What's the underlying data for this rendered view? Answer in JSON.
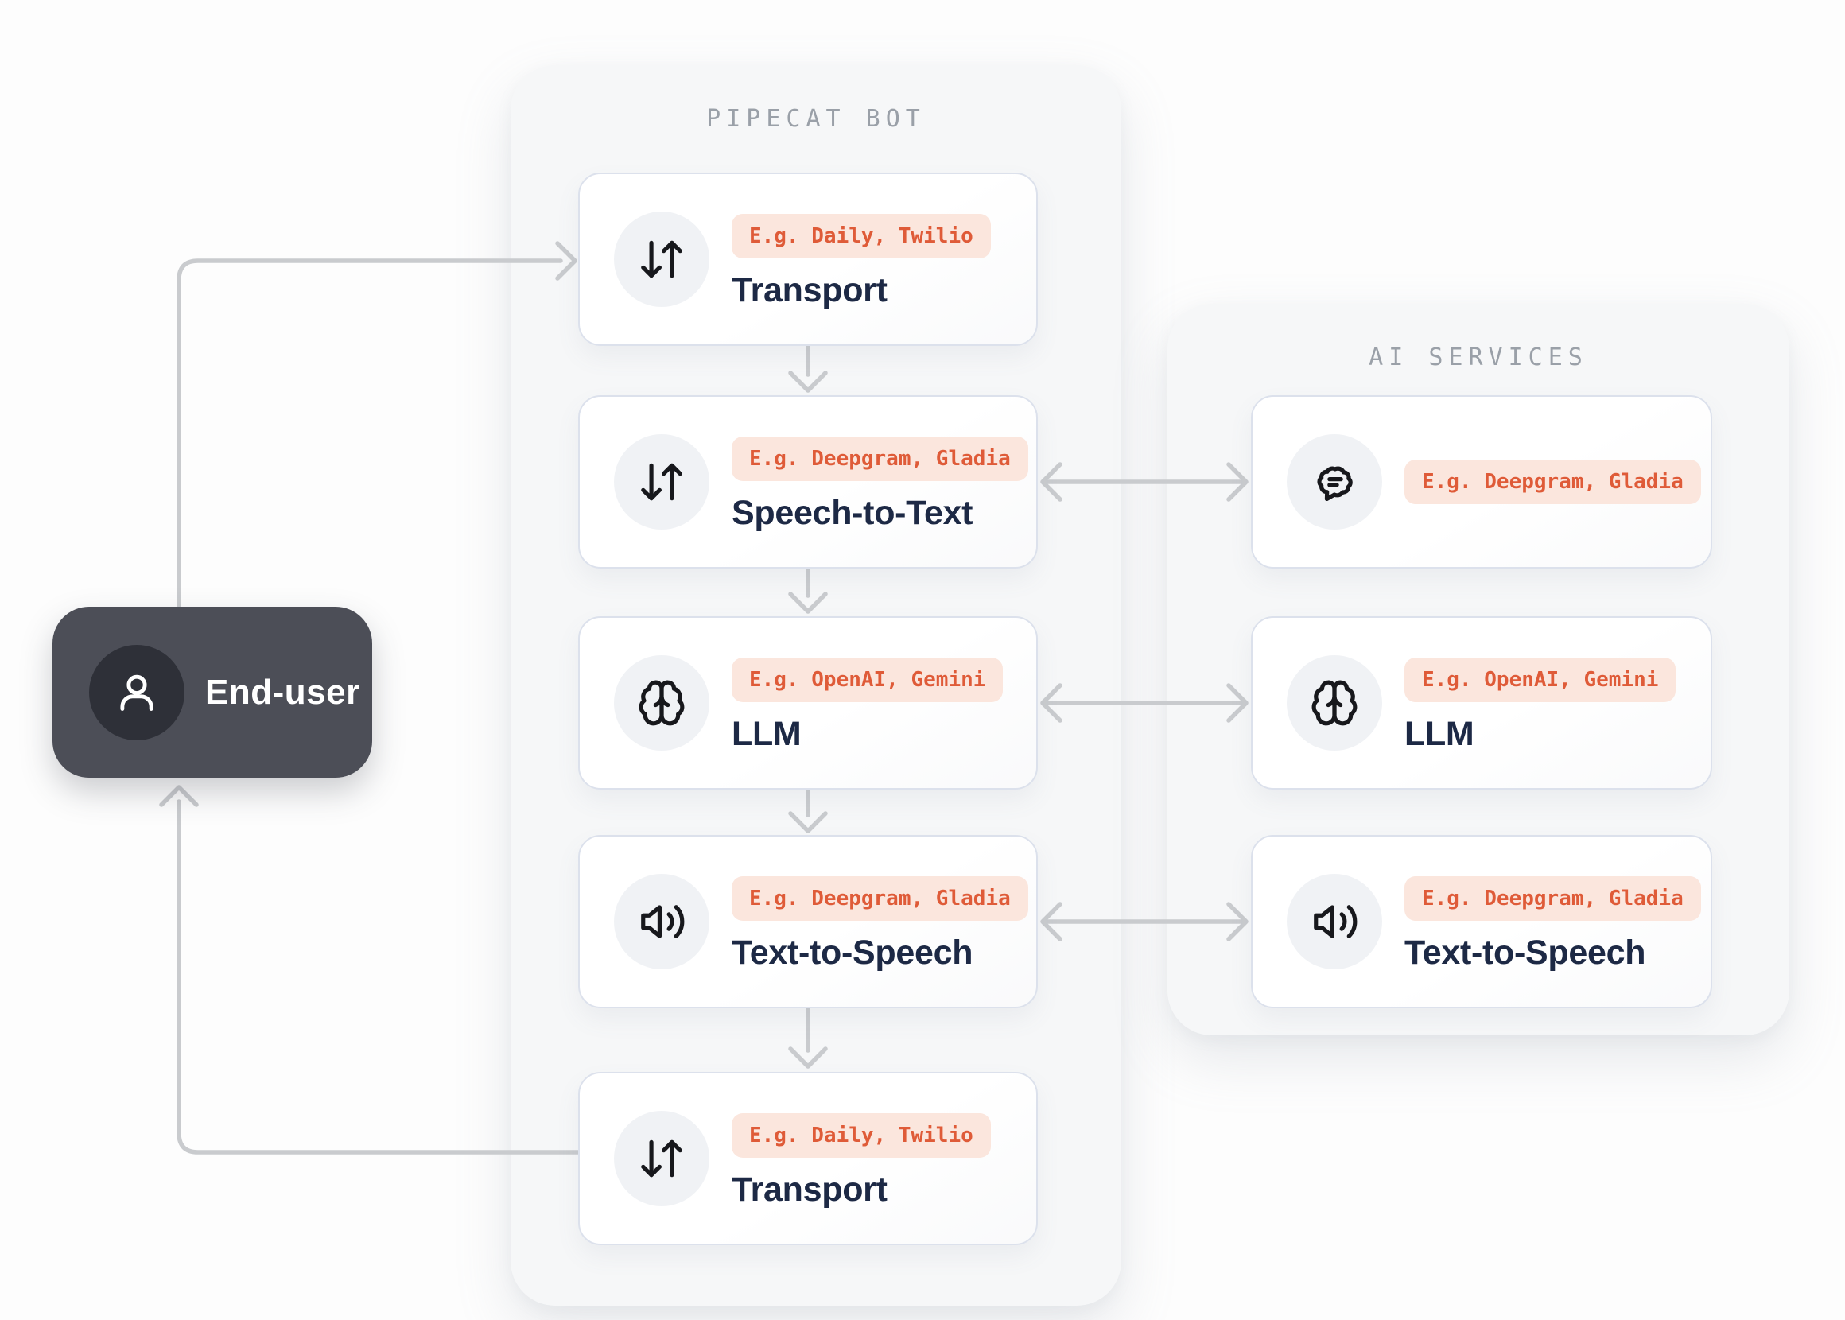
{
  "end_user": {
    "label": "End-user",
    "icon": "user-icon"
  },
  "pipecat": {
    "title": "PIPECAT BOT",
    "cards": [
      {
        "id": "transport-in",
        "icon": "arrow-down-up-icon",
        "badge": "E.g. Daily, Twilio",
        "title": "Transport"
      },
      {
        "id": "speech-to-text",
        "icon": "arrow-down-up-icon",
        "badge": "E.g. Deepgram, Gladia",
        "title": "Speech-to-Text"
      },
      {
        "id": "llm",
        "icon": "brain-icon",
        "badge": "E.g. OpenAI, Gemini",
        "title": "LLM"
      },
      {
        "id": "text-to-speech",
        "icon": "volume-icon",
        "badge": "E.g. Deepgram, Gladia",
        "title": "Text-to-Speech"
      },
      {
        "id": "transport-out",
        "icon": "arrow-down-up-icon",
        "badge": "E.g. Daily, Twilio",
        "title": "Transport"
      }
    ]
  },
  "ai_services": {
    "title": "AI SERVICES",
    "cards": [
      {
        "id": "stt-service",
        "icon": "speech-bubble-icon",
        "badge": "E.g. Deepgram, Gladia",
        "title": ""
      },
      {
        "id": "llm-service",
        "icon": "brain-icon",
        "badge": "E.g. OpenAI, Gemini",
        "title": "LLM"
      },
      {
        "id": "tts-service",
        "icon": "volume-icon",
        "badge": "E.g. Deepgram, Gladia",
        "title": "Text-to-Speech"
      }
    ]
  },
  "connections": [
    {
      "from": "end-user",
      "to": "transport-in",
      "direction": "one-way"
    },
    {
      "from": "transport-in",
      "to": "speech-to-text",
      "direction": "one-way"
    },
    {
      "from": "speech-to-text",
      "to": "llm",
      "direction": "one-way"
    },
    {
      "from": "llm",
      "to": "text-to-speech",
      "direction": "one-way"
    },
    {
      "from": "text-to-speech",
      "to": "transport-out",
      "direction": "one-way"
    },
    {
      "from": "transport-out",
      "to": "end-user",
      "direction": "one-way"
    },
    {
      "from": "speech-to-text",
      "to": "stt-service",
      "direction": "two-way"
    },
    {
      "from": "llm",
      "to": "llm-service",
      "direction": "two-way"
    },
    {
      "from": "text-to-speech",
      "to": "tts-service",
      "direction": "two-way"
    }
  ],
  "colors": {
    "page_bg": "#fdfdfd",
    "panel_bg": "#f6f7f8",
    "card_bg": "#ffffff",
    "card_border": "#dce1ec",
    "icon_circle_bg": "#f0f2f5",
    "badge_bg": "#fbe6dd",
    "badge_text": "#df5b38",
    "node_title": "#1d2945",
    "panel_title": "#9aa0a8",
    "arrow": "#c9cbce",
    "end_user_bg": "#4c4e57",
    "end_user_circle_bg": "#2e3038",
    "end_user_text": "#ffffff",
    "icon_stroke": "#17181c"
  }
}
